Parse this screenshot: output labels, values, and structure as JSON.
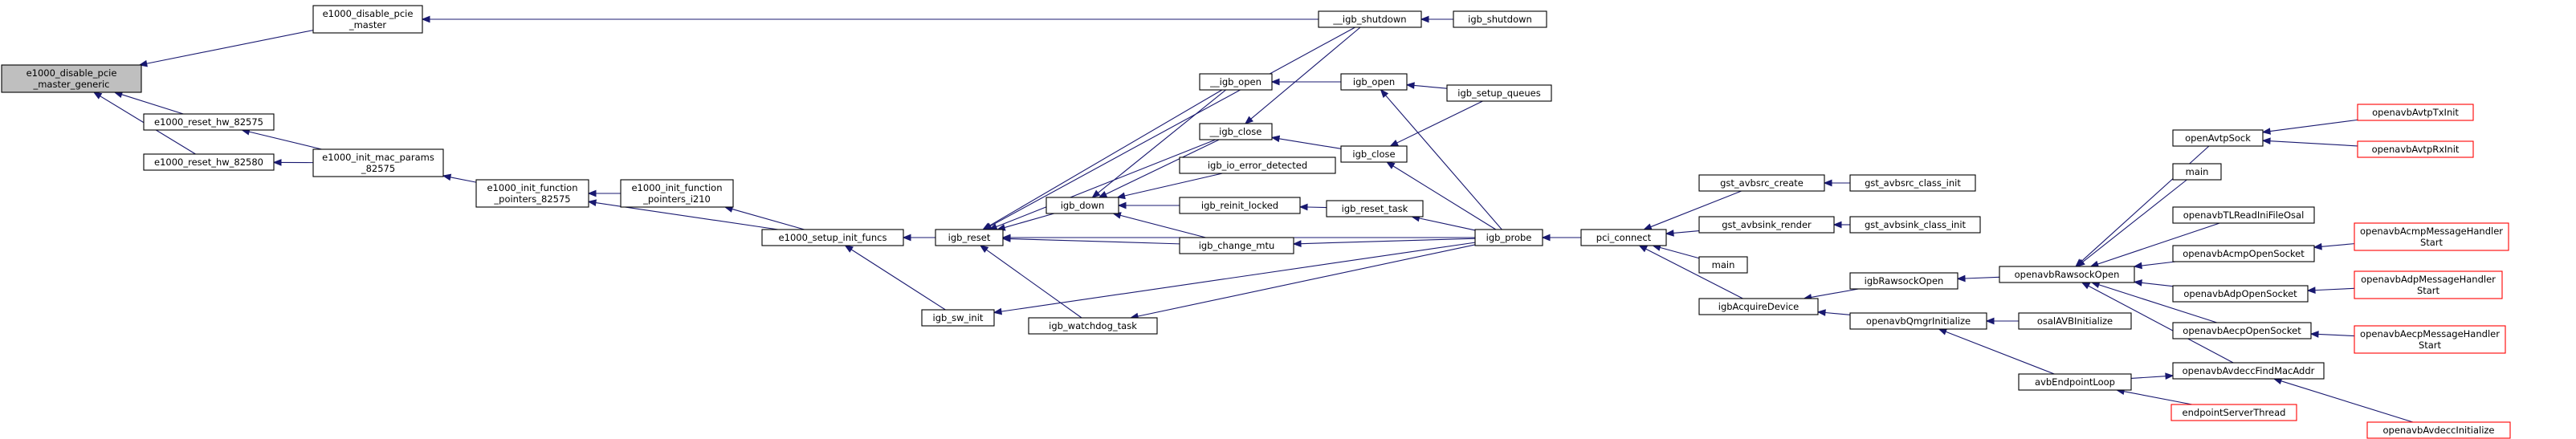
{
  "diagram": {
    "style": {
      "node_fill": "#ffffff",
      "node_border": "#000000",
      "missing_border": "#ff0000",
      "root_fill": "#bfbfbf",
      "edge_color": "#191970"
    },
    "nodes": [
      {
        "id": "root",
        "lines": [
          "e1000_disable_pcie",
          "_master_generic"
        ],
        "kind": "root"
      },
      {
        "id": "dpm",
        "lines": [
          "e1000_disable_pcie",
          "_master"
        ]
      },
      {
        "id": "rh575",
        "lines": [
          "e1000_reset_hw_82575"
        ]
      },
      {
        "id": "rh580",
        "lines": [
          "e1000_reset_hw_82580"
        ]
      },
      {
        "id": "imp",
        "lines": [
          "e1000_init_mac_params",
          "_82575"
        ]
      },
      {
        "id": "ifp575",
        "lines": [
          "e1000_init_function",
          "_pointers_82575"
        ]
      },
      {
        "id": "ifp210",
        "lines": [
          "e1000_init_function",
          "_pointers_i210"
        ]
      },
      {
        "id": "sif",
        "lines": [
          "e1000_setup_init_funcs"
        ]
      },
      {
        "id": "reset",
        "lines": [
          "igb_reset"
        ]
      },
      {
        "id": "swinit",
        "lines": [
          "igb_sw_init"
        ]
      },
      {
        "id": "uopen",
        "lines": [
          "__igb_open"
        ]
      },
      {
        "id": "uclose",
        "lines": [
          "__igb_close"
        ]
      },
      {
        "id": "down",
        "lines": [
          "igb_down"
        ]
      },
      {
        "id": "ioerr",
        "lines": [
          "igb_io_error_detected"
        ]
      },
      {
        "id": "reinit",
        "lines": [
          "igb_reinit_locked"
        ]
      },
      {
        "id": "mtu",
        "lines": [
          "igb_change_mtu"
        ]
      },
      {
        "id": "wdt",
        "lines": [
          "igb_watchdog_task"
        ]
      },
      {
        "id": "ush",
        "lines": [
          "__igb_shutdown"
        ]
      },
      {
        "id": "sh",
        "lines": [
          "igb_shutdown"
        ]
      },
      {
        "id": "open",
        "lines": [
          "igb_open"
        ]
      },
      {
        "id": "close",
        "lines": [
          "igb_close"
        ]
      },
      {
        "id": "rtask",
        "lines": [
          "igb_reset_task"
        ]
      },
      {
        "id": "sq",
        "lines": [
          "igb_setup_queues"
        ]
      },
      {
        "id": "probe",
        "lines": [
          "igb_probe"
        ]
      },
      {
        "id": "pci",
        "lines": [
          "pci_connect"
        ]
      },
      {
        "id": "gsrc",
        "lines": [
          "gst_avbsrc_create"
        ]
      },
      {
        "id": "gsink",
        "lines": [
          "gst_avbsink_render"
        ]
      },
      {
        "id": "main1",
        "lines": [
          "main"
        ]
      },
      {
        "id": "acq",
        "lines": [
          "igbAcquireDevice"
        ]
      },
      {
        "id": "gsrci",
        "lines": [
          "gst_avbsrc_class_init"
        ]
      },
      {
        "id": "gsinki",
        "lines": [
          "gst_avbsink_class_init"
        ]
      },
      {
        "id": "raw",
        "lines": [
          "igbRawsockOpen"
        ]
      },
      {
        "id": "qmgr",
        "lines": [
          "openavbQmgrInitialize"
        ]
      },
      {
        "id": "osal",
        "lines": [
          "osalAVBInitialize"
        ]
      },
      {
        "id": "epl",
        "lines": [
          "avbEndpointLoop"
        ]
      },
      {
        "id": "est",
        "lines": [
          "endpointServerThread"
        ],
        "kind": "missing"
      },
      {
        "id": "rso",
        "lines": [
          "openavbRawsockOpen"
        ]
      },
      {
        "id": "avtp",
        "lines": [
          "openAvtpSock"
        ]
      },
      {
        "id": "main2",
        "lines": [
          "main"
        ]
      },
      {
        "id": "tl",
        "lines": [
          "openavbTLReadIniFileOsal"
        ]
      },
      {
        "id": "acmp",
        "lines": [
          "openavbAcmpOpenSocket"
        ]
      },
      {
        "id": "adp",
        "lines": [
          "openavbAdpOpenSocket"
        ]
      },
      {
        "id": "aecp",
        "lines": [
          "openavbAecpOpenSocket"
        ]
      },
      {
        "id": "fmac",
        "lines": [
          "openavbAvdeccFindMacAddr"
        ]
      },
      {
        "id": "tx",
        "lines": [
          "openavbAvtpTxInit"
        ],
        "kind": "missing"
      },
      {
        "id": "rx",
        "lines": [
          "openavbAvtpRxInit"
        ],
        "kind": "missing"
      },
      {
        "id": "acmph",
        "lines": [
          "openavbAcmpMessageHandler",
          "Start"
        ],
        "kind": "missing"
      },
      {
        "id": "adph",
        "lines": [
          "openavbAdpMessageHandler",
          "Start"
        ],
        "kind": "missing"
      },
      {
        "id": "aecph",
        "lines": [
          "openavbAecpMessageHandler",
          "Start"
        ],
        "kind": "missing"
      },
      {
        "id": "avdi",
        "lines": [
          "openavbAvdeccInitialize"
        ],
        "kind": "missing"
      }
    ],
    "edges": [
      [
        "dpm",
        "root"
      ],
      [
        "rh575",
        "root"
      ],
      [
        "rh580",
        "root"
      ],
      [
        "ush",
        "dpm"
      ],
      [
        "imp",
        "rh575"
      ],
      [
        "imp",
        "rh580"
      ],
      [
        "ifp575",
        "imp"
      ],
      [
        "ifp210",
        "ifp575"
      ],
      [
        "sif",
        "ifp575"
      ],
      [
        "sif",
        "ifp210"
      ],
      [
        "reset",
        "sif"
      ],
      [
        "swinit",
        "sif"
      ],
      [
        "uopen",
        "reset"
      ],
      [
        "uclose",
        "reset"
      ],
      [
        "down",
        "reset"
      ],
      [
        "mtu",
        "reset"
      ],
      [
        "wdt",
        "reset"
      ],
      [
        "probe",
        "reset"
      ],
      [
        "ush",
        "reset"
      ],
      [
        "probe",
        "swinit"
      ],
      [
        "uopen",
        "down"
      ],
      [
        "uclose",
        "down"
      ],
      [
        "ioerr",
        "down"
      ],
      [
        "reinit",
        "down"
      ],
      [
        "mtu",
        "down"
      ],
      [
        "open",
        "uopen"
      ],
      [
        "ush",
        "uclose"
      ],
      [
        "close",
        "uclose"
      ],
      [
        "rtask",
        "reinit"
      ],
      [
        "probe",
        "mtu"
      ],
      [
        "probe",
        "wdt"
      ],
      [
        "sh",
        "ush"
      ],
      [
        "sq",
        "open"
      ],
      [
        "probe",
        "open"
      ],
      [
        "sq",
        "close"
      ],
      [
        "probe",
        "close"
      ],
      [
        "probe",
        "rtask"
      ],
      [
        "pci",
        "probe"
      ],
      [
        "gsrc",
        "pci"
      ],
      [
        "gsink",
        "pci"
      ],
      [
        "main1",
        "pci"
      ],
      [
        "acq",
        "pci"
      ],
      [
        "gsrci",
        "gsrc"
      ],
      [
        "gsinki",
        "gsink"
      ],
      [
        "raw",
        "acq"
      ],
      [
        "qmgr",
        "acq"
      ],
      [
        "rso",
        "raw"
      ],
      [
        "osal",
        "qmgr"
      ],
      [
        "epl",
        "qmgr"
      ],
      [
        "est",
        "epl"
      ],
      [
        "avtp",
        "rso"
      ],
      [
        "main2",
        "rso"
      ],
      [
        "tl",
        "rso"
      ],
      [
        "acmp",
        "rso"
      ],
      [
        "adp",
        "rso"
      ],
      [
        "aecp",
        "rso"
      ],
      [
        "fmac",
        "rso"
      ],
      [
        "tx",
        "avtp"
      ],
      [
        "rx",
        "avtp"
      ],
      [
        "acmph",
        "acmp"
      ],
      [
        "adph",
        "adp"
      ],
      [
        "aecph",
        "aecp"
      ],
      [
        "avdi",
        "fmac"
      ],
      [
        "epl",
        "fmac"
      ]
    ]
  }
}
